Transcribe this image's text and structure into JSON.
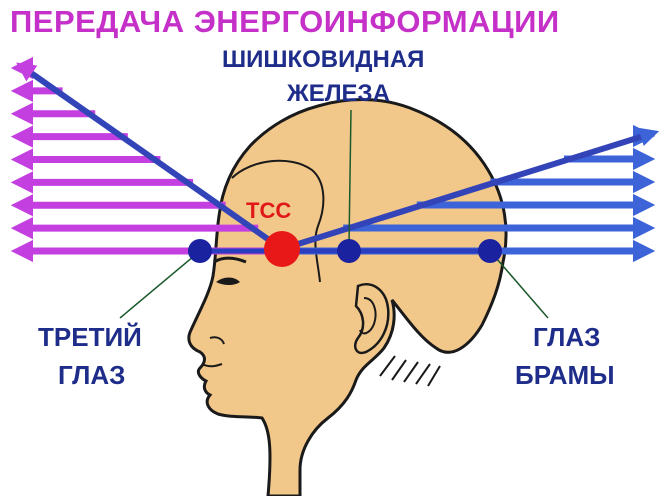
{
  "title": "ПЕРЕДАЧА ЭНЕРГОИНФОРМАЦИИ",
  "labels": {
    "pineal_line1": "ШИШКОВИДНАЯ",
    "pineal_line2": "ЖЕЛЕЗА",
    "tss": "ТСС",
    "third_eye_line1": "ТРЕТИЙ",
    "third_eye_line2": "ГЛАЗ",
    "brahma_eye_line1": "ГЛАЗ",
    "brahma_eye_line2": "БРАМЫ"
  },
  "colors": {
    "magenta_arrows": "#c43fe0",
    "blue_arrows": "#3d63d8",
    "node": "#1a22a0",
    "tss_node": "#e81818",
    "skin": "#f2c78a",
    "outline": "#1a1a1a",
    "title": "#c531c8",
    "label": "#1f2d8a"
  },
  "arrow_count_left": 9,
  "arrow_count_right": 6
}
